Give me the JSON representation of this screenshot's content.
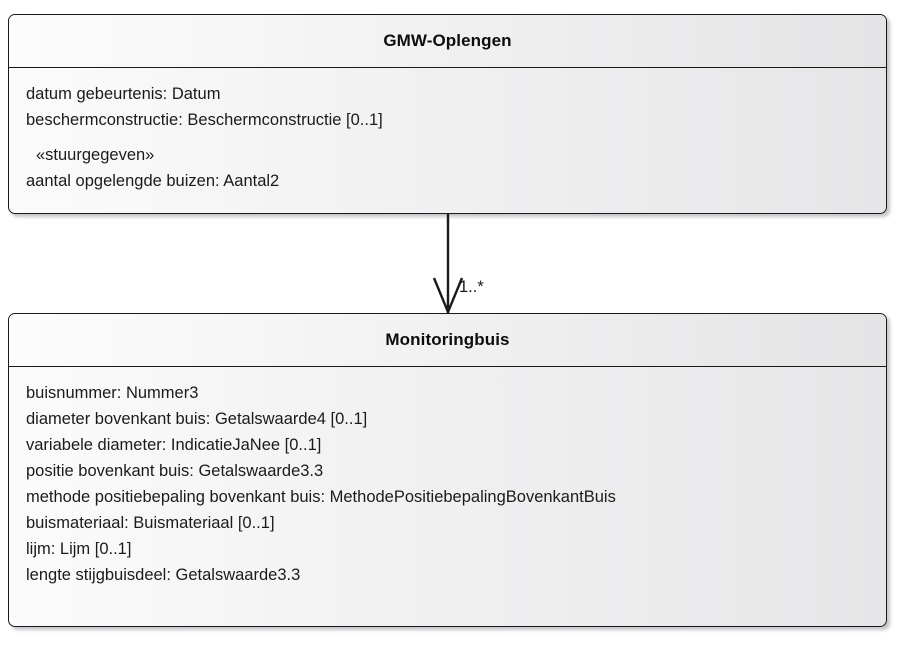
{
  "diagram": {
    "type": "uml-class-diagram",
    "background_color": "#ffffff",
    "border_color": "#1a1a1a"
  },
  "classes": [
    {
      "name": "GMW-Oplengen",
      "attributes": [
        {
          "text": "datum gebeurtenis: Datum",
          "kind": "attribute"
        },
        {
          "text": "beschermconstructie: Beschermconstructie [0..1]",
          "kind": "attribute"
        },
        {
          "text": "«stuurgegeven»",
          "kind": "stereotype"
        },
        {
          "text": "aantal opgelengde buizen: Aantal2",
          "kind": "attribute"
        }
      ]
    },
    {
      "name": "Monitoringbuis",
      "attributes": [
        {
          "text": "buisnummer: Nummer3",
          "kind": "attribute"
        },
        {
          "text": "diameter bovenkant buis: Getalswaarde4 [0..1]",
          "kind": "attribute"
        },
        {
          "text": "variabele diameter: IndicatieJaNee [0..1]",
          "kind": "attribute"
        },
        {
          "text": "positie bovenkant buis: Getalswaarde3.3",
          "kind": "attribute"
        },
        {
          "text": "methode positiebepaling bovenkant buis: MethodePositiebepalingBovenkantBuis",
          "kind": "attribute"
        },
        {
          "text": "buismateriaal: Buismateriaal [0..1]",
          "kind": "attribute"
        },
        {
          "text": "lijm: Lijm [0..1]",
          "kind": "attribute"
        },
        {
          "text": "lengte stijgbuisdeel: Getalswaarde3.3",
          "kind": "attribute"
        }
      ]
    }
  ],
  "connector": {
    "source": "GMW-Oplengen",
    "target": "Monitoringbuis",
    "arrow_style": "open-arrow-down",
    "target_multiplicity": "1..*"
  }
}
